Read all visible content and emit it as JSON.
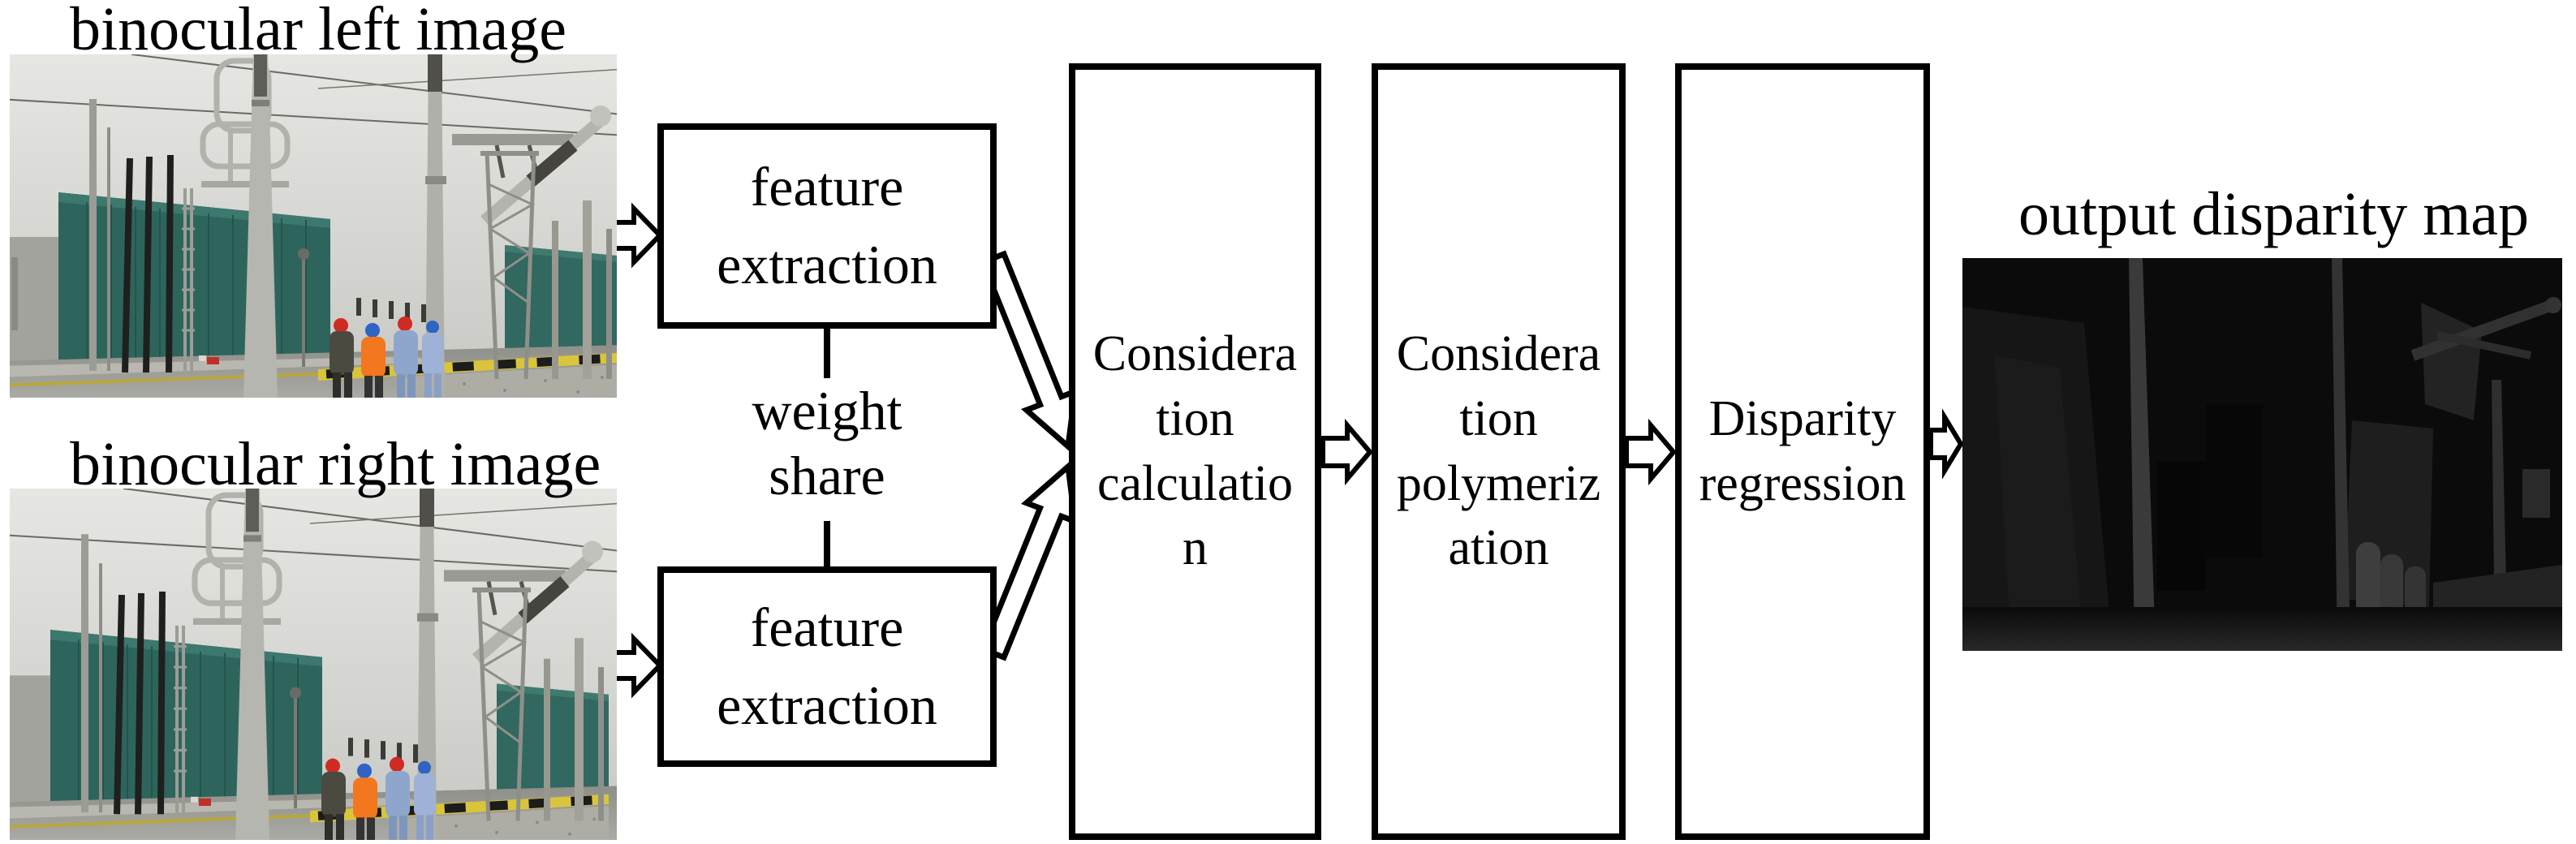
{
  "titles": {
    "left_input": "binocular left image",
    "right_input": "binocular right image",
    "output": "output disparity map"
  },
  "boxes": {
    "feature_extraction_top": "feature extraction",
    "feature_extraction_bottom": "feature extraction",
    "consideration_calculation": {
      "label": "Consideration calculation",
      "display": "Considera\ntion\ncalculatio\nn"
    },
    "consideration_polymerization": {
      "label": "Consideration polymerization",
      "display": "Considera\ntion\npolymeriz\nation"
    },
    "disparity_regression": "Disparity regression"
  },
  "labels": {
    "weight_share": "weight share"
  },
  "colors": {
    "ink": "#000000",
    "background": "#ffffff",
    "photo_sky": "#d9d9d5",
    "photo_building_teal": "#2d655c",
    "photo_pole_gray": "#b3b3ad",
    "helmet_red": "#cf2b23",
    "helmet_blue": "#2f63c4",
    "vest_orange": "#f2771e",
    "uniform_blue": "#9fb4d4",
    "curb_yellow": "#d9c53b",
    "map_background": "#0b0b0b",
    "map_highlight_gray": "#3a3a3a"
  }
}
